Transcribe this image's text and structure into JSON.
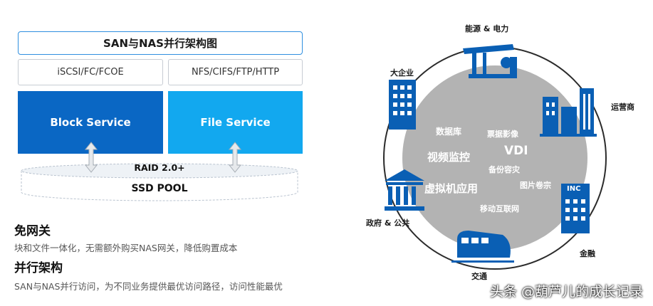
{
  "left": {
    "title": "SAN与NAS并行架构图",
    "protocols": [
      "iSCSI/FC/FCOE",
      "NFS/CIFS/FTP/HTTP"
    ],
    "services": [
      {
        "label": "Block Service",
        "color": "#0a67c4"
      },
      {
        "label": "File Service",
        "color": "#12a8ef"
      }
    ],
    "raid": "RAID  2.0+",
    "pool": "SSD POOL"
  },
  "notes": [
    {
      "heading": "免网关",
      "text": "块和文件一体化，无需额外购买NAS网关，降低购置成本"
    },
    {
      "heading": "并行架构",
      "text": "SAN与NAS并行访问，为不同业务提供最优访问路径，访问性能最优"
    }
  ],
  "right": {
    "industries": [
      "能源 & 电力",
      "大企业",
      "运营商",
      "政府 & 公共",
      "金融",
      "交通"
    ],
    "apps": [
      "数据库",
      "票据影像",
      "视频监控",
      "VDI",
      "备份容灾",
      "虚拟机应用",
      "图片卷宗",
      "移动互联网"
    ],
    "inc_sign": "INC",
    "icon_color": "#0a5fb4"
  },
  "watermark": "头条 @葫芦儿的成长记录"
}
